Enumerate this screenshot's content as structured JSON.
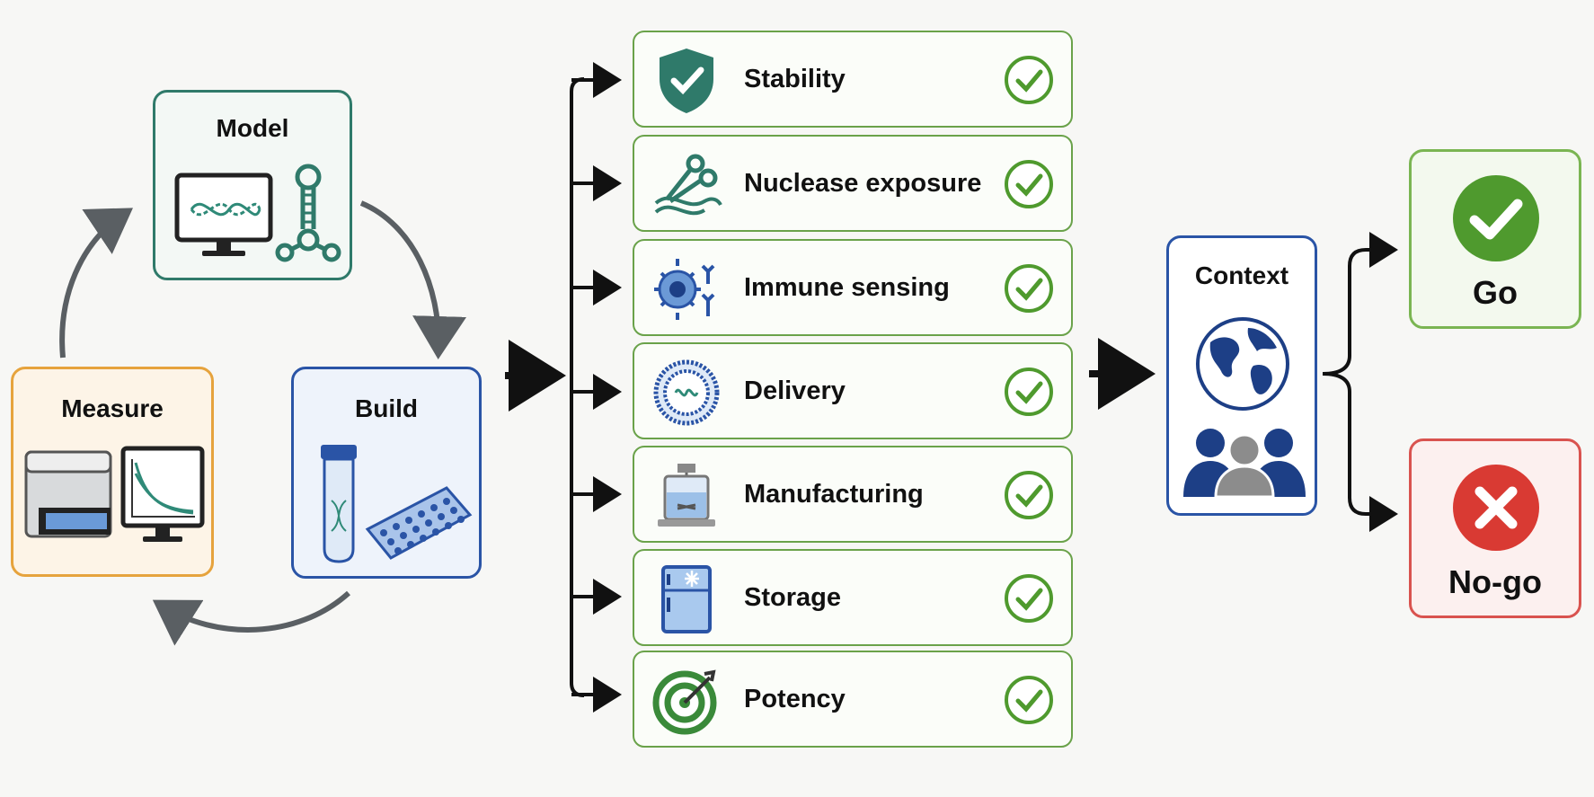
{
  "cycle": {
    "model": {
      "label": "Model"
    },
    "measure": {
      "label": "Measure"
    },
    "build": {
      "label": "Build"
    }
  },
  "criteria": [
    {
      "label": "Stability",
      "icon": "shield-check-icon"
    },
    {
      "label": "Nuclease exposure",
      "icon": "scissors-icon"
    },
    {
      "label": "Immune sensing",
      "icon": "immune-cell-icon"
    },
    {
      "label": "Delivery",
      "icon": "lipid-nanoparticle-icon"
    },
    {
      "label": "Manufacturing",
      "icon": "bioreactor-icon"
    },
    {
      "label": "Storage",
      "icon": "freezer-icon"
    },
    {
      "label": "Potency",
      "icon": "target-icon"
    }
  ],
  "context": {
    "label": "Context"
  },
  "decision": {
    "go": "Go",
    "nogo": "No-go"
  },
  "colors": {
    "teal": "#2f7a6a",
    "orange": "#e6a33d",
    "blue": "#2a54a6",
    "green": "#4f9a2e",
    "red": "#d93a33"
  }
}
